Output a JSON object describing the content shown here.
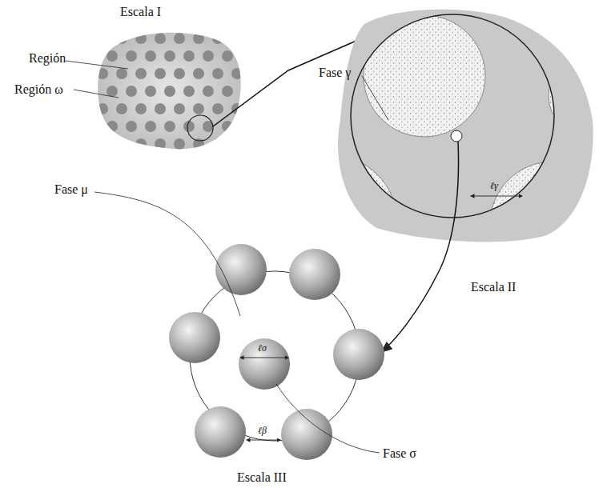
{
  "diagram": {
    "labels": [
      "Escala I",
      "Región",
      "Región ω",
      "Fase γ",
      "Escala II",
      "Fase μ",
      "Fase σ",
      "Escala III",
      "ℓγ",
      "ℓσ",
      "ℓβ"
    ]
  }
}
